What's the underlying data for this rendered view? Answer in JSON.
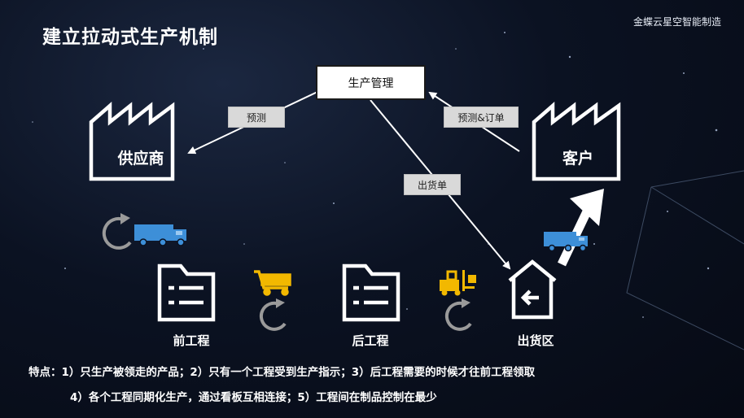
{
  "slide": {
    "title": "建立拉动式生产机制",
    "brand": "金蝶云星空智能制造"
  },
  "nodes": {
    "production_management": "生产管理",
    "supplier": "供应商",
    "customer": "客户",
    "front_process": "前工程",
    "back_process": "后工程",
    "shipping_area": "出货区"
  },
  "flow_labels": {
    "forecast": "预测",
    "forecast_order": "预测&订单",
    "shipping_order": "出货单"
  },
  "notes": {
    "line1": "特点：1）只生产被领走的产品；2）只有一个工程受到生产指示；3）后工程需要的时候才往前工程领取",
    "line2": "4）各个工程同期化生产，通过看板互相连接；5）工程间在制品控制在最少"
  },
  "colors": {
    "background": "#0b1222",
    "truck_blue": "#3d8fd8",
    "cart_yellow": "#f2b800",
    "cycle_gray": "#9a9a9a"
  },
  "icons": [
    "factory-icon",
    "truck-icon",
    "cart-icon",
    "forklift-icon",
    "cycle-icon",
    "folder-list-icon",
    "home-return-icon"
  ]
}
